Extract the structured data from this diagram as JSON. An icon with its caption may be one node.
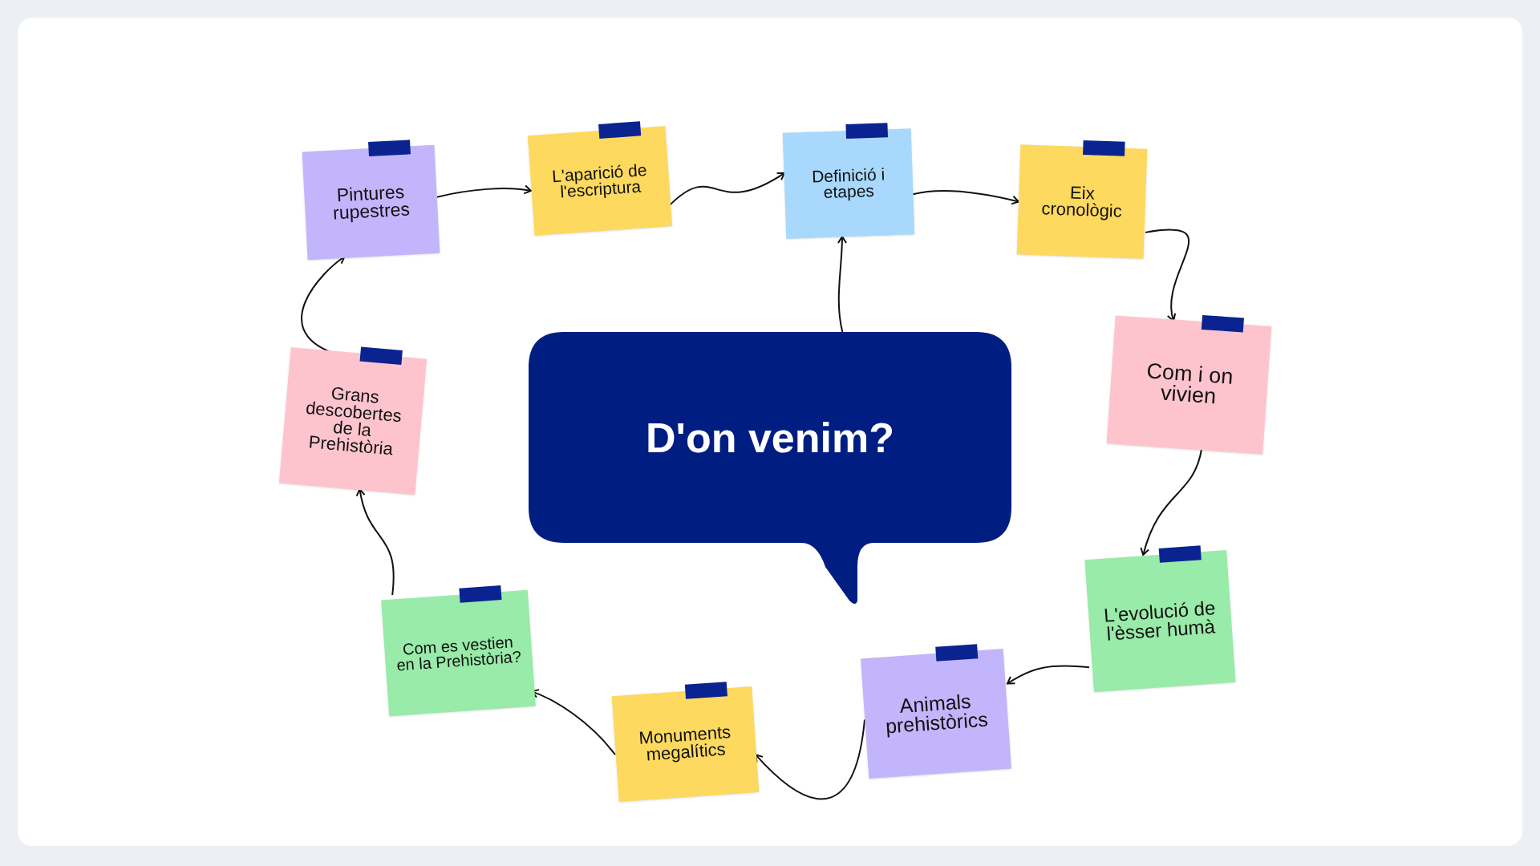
{
  "diagram": {
    "nodes": [
      {
        "text": [
          "Pintures rupestres"
        ]
      },
      {
        "text": [
          "L'aparició de l'escriptura"
        ]
      },
      {
        "text": [
          "Definició i etapes"
        ]
      },
      {
        "text": [
          "Eix cronològic"
        ]
      },
      {
        "text": [
          "Com i on vivien"
        ]
      },
      {
        "text": [
          "L'evolució de l'èsser humà"
        ]
      },
      {
        "text": [
          "Animals prehistòrics"
        ]
      },
      {
        "text": [
          "Monuments megalítics"
        ]
      },
      {
        "text": [
          "Com es vestien en la Prehistòria?"
        ]
      },
      {
        "text": [
          "Grans descobertes de la Prehistòria"
        ]
      },
      {
        "text": [
          "D'on venim?"
        ]
      }
    ],
    "edges": [
      {
        "from": 0,
        "to": 1,
        "arrow": "to"
      },
      {
        "from": 1,
        "to": 2,
        "arrow": "to"
      },
      {
        "from": 2,
        "to": 3,
        "arrow": "to"
      },
      {
        "from": 3,
        "to": 4,
        "arrow": "to"
      },
      {
        "from": 4,
        "to": 5,
        "arrow": "to"
      },
      {
        "from": 5,
        "to": 6,
        "arrow": "to"
      },
      {
        "from": 6,
        "to": 7,
        "arrow": "to"
      },
      {
        "from": 7,
        "to": 8,
        "arrow": "to"
      },
      {
        "from": 8,
        "to": 9,
        "arrow": "to"
      },
      {
        "from": 9,
        "to": 0,
        "arrow": "to"
      },
      {
        "from": 10,
        "to": 2,
        "arrow": "to"
      }
    ]
  }
}
